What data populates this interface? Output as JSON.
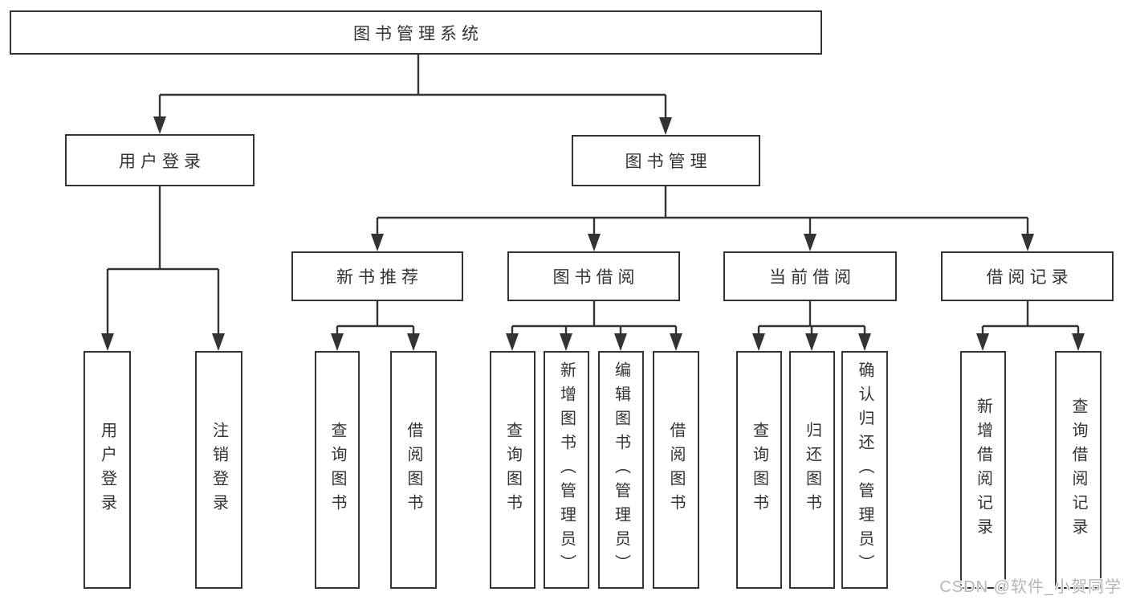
{
  "diagram_title": "图书管理系统",
  "colors": {
    "line": "#333333",
    "border": "#333333",
    "text": "#333333",
    "background": "#ffffff",
    "watermark": "#b3b6ba"
  },
  "tree": {
    "label": "图书管理系统",
    "children": [
      {
        "label": "用户登录",
        "children": [
          {
            "label": "用户登录"
          },
          {
            "label": "注销登录"
          }
        ]
      },
      {
        "label": "图书管理",
        "children": [
          {
            "label": "新书推荐",
            "children": [
              {
                "label": "查询图书"
              },
              {
                "label": "借阅图书"
              }
            ]
          },
          {
            "label": "图书借阅",
            "children": [
              {
                "label": "查询图书"
              },
              {
                "label": "新增图书（管理员）"
              },
              {
                "label": "编辑图书（管理员）"
              },
              {
                "label": "借阅图书"
              }
            ]
          },
          {
            "label": "当前借阅",
            "children": [
              {
                "label": "查询图书"
              },
              {
                "label": "归还图书"
              },
              {
                "label": "确认归还（管理员）"
              }
            ]
          },
          {
            "label": "借阅记录",
            "children": [
              {
                "label": "新增借阅记录"
              },
              {
                "label": "查询借阅记录"
              }
            ]
          }
        ]
      }
    ]
  },
  "watermark": "CSDN @软件_小贺同学"
}
